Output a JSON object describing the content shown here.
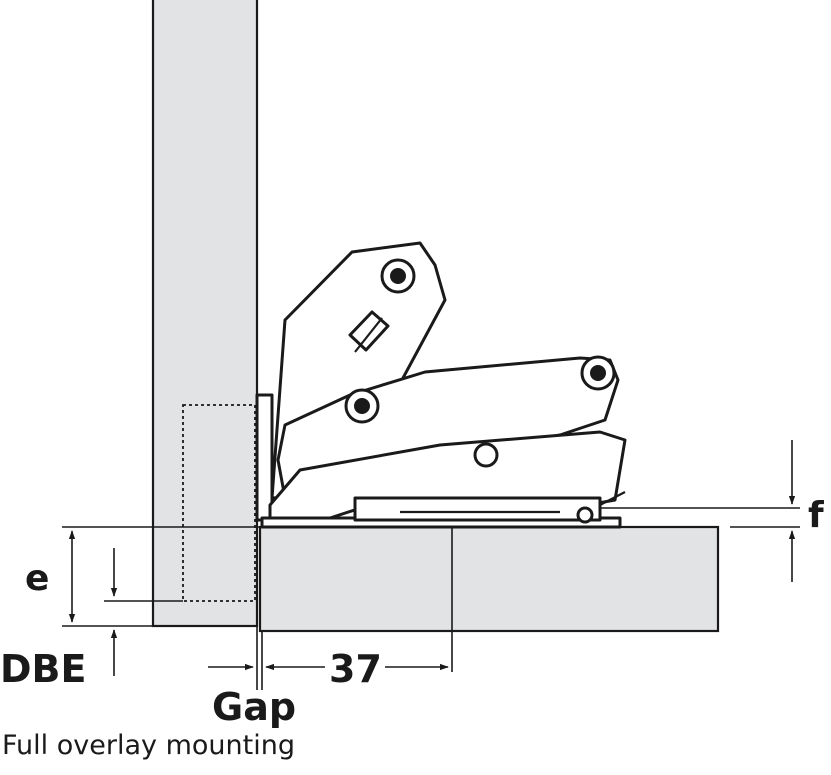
{
  "labels": {
    "e": "e",
    "f": "f",
    "dbe": "DBE",
    "gap": "Gap",
    "dim_37": "37"
  },
  "caption": "Full overlay mounting"
}
